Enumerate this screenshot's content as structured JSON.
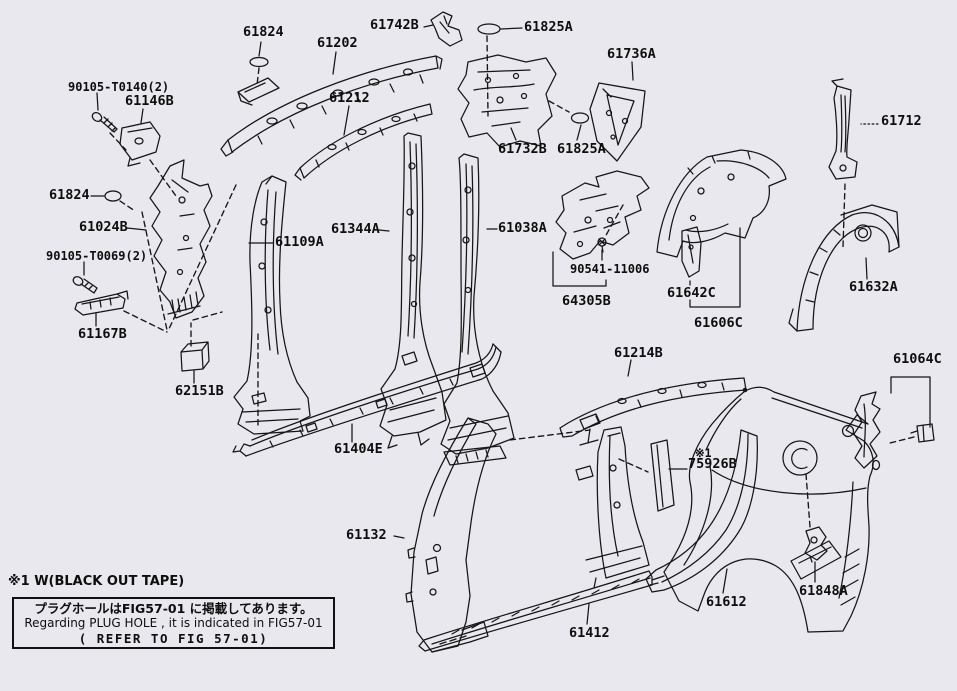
{
  "figure_type": "parts-exploded-diagram",
  "colors": {
    "background": "#e8e8ee",
    "line": "#161616",
    "text": "#0e0e0e"
  },
  "labels": [
    {
      "id": "61824-top",
      "text": "61824"
    },
    {
      "id": "61202",
      "text": "61202"
    },
    {
      "id": "61742B",
      "text": "61742B"
    },
    {
      "id": "61825A-top",
      "text": "61825A"
    },
    {
      "id": "61736A",
      "text": "61736A"
    },
    {
      "id": "90105-T0140",
      "text": "90105-T0140(2)"
    },
    {
      "id": "61146B",
      "text": "61146B"
    },
    {
      "id": "61212",
      "text": "61212"
    },
    {
      "id": "61712",
      "text": "61712"
    },
    {
      "id": "61732B",
      "text": "61732B"
    },
    {
      "id": "61825A-bottom",
      "text": "61825A"
    },
    {
      "id": "61824-left",
      "text": "61824"
    },
    {
      "id": "61024B",
      "text": "61024B"
    },
    {
      "id": "90105-T0069",
      "text": "90105-T0069(2)"
    },
    {
      "id": "61109A",
      "text": "61109A"
    },
    {
      "id": "61344A",
      "text": "61344A"
    },
    {
      "id": "61038A",
      "text": "61038A"
    },
    {
      "id": "90541-11006",
      "text": "90541-11006"
    },
    {
      "id": "64305B",
      "text": "64305B"
    },
    {
      "id": "61642C",
      "text": "61642C"
    },
    {
      "id": "61606C",
      "text": "61606C"
    },
    {
      "id": "61632A",
      "text": "61632A"
    },
    {
      "id": "61167B",
      "text": "61167B"
    },
    {
      "id": "62151B",
      "text": "62151B"
    },
    {
      "id": "61214B",
      "text": "61214B"
    },
    {
      "id": "61064C",
      "text": "61064C"
    },
    {
      "id": "61404E",
      "text": "61404E"
    },
    {
      "id": "ref-mark",
      "text": "※1"
    },
    {
      "id": "75926B",
      "text": "75926B"
    },
    {
      "id": "61132",
      "text": "61132"
    },
    {
      "id": "61612",
      "text": "61612"
    },
    {
      "id": "61848A",
      "text": "61848A"
    },
    {
      "id": "61412",
      "text": "61412"
    }
  ],
  "footnote": "※1 W(BLACK OUT TAPE)",
  "note_box": {
    "jp": "プラグホールはFIG57-01 に掲載してあります。",
    "en": "Regarding PLUG HOLE , it is indicated in FIG57-01",
    "ref": "( REFER TO FIG 57-01)"
  }
}
